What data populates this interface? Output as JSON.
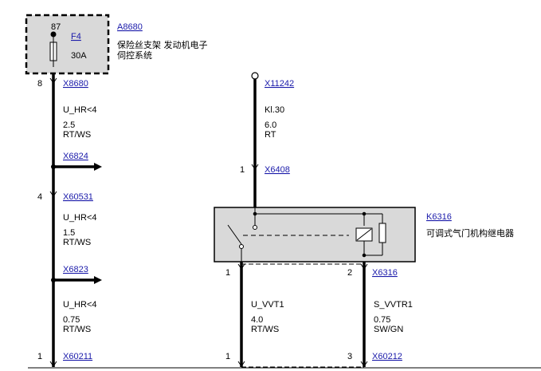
{
  "fuse": {
    "pin": "87",
    "ref": "F4",
    "rating": "30A"
  },
  "fuse_carrier": {
    "ref": "A8680",
    "desc_line1": "保险丝支架 发动机电子",
    "desc_line2": "伺控系统"
  },
  "left_branch": {
    "c1": {
      "pin": "8",
      "ref": "X8680"
    },
    "w1": {
      "signal": "U_HR<4",
      "size": "2.5",
      "color": "RT/WS"
    },
    "splice1": {
      "ref": "X6824"
    },
    "c2": {
      "pin": "4",
      "ref": "X60531"
    },
    "w2": {
      "signal": "U_HR<4",
      "size": "1.5",
      "color": "RT/WS"
    },
    "splice2": {
      "ref": "X6823"
    },
    "w3": {
      "signal": "U_HR<4",
      "size": "0.75",
      "color": "RT/WS"
    },
    "c3": {
      "pin": "1",
      "ref": "X60211"
    }
  },
  "middle_branch": {
    "terminal": {
      "ref": "X11242"
    },
    "w1": {
      "signal": "Kl.30",
      "size": "6.0",
      "color": "RT"
    },
    "c1": {
      "pin": "1",
      "ref": "X6408"
    }
  },
  "relay": {
    "ref": "K6316",
    "desc": "可调式气门机构继电器",
    "pin_left": "1",
    "pin_right": "2",
    "conn_ref": "X6316"
  },
  "relay_out_left": {
    "w1": {
      "signal": "U_VVT1",
      "size": "4.0",
      "color": "RT/WS"
    },
    "c1": {
      "pin": "1"
    }
  },
  "relay_out_right": {
    "w1": {
      "signal": "S_VVTR1",
      "size": "0.75",
      "color": "SW/GN"
    },
    "c1": {
      "pin": "3",
      "ref": "X60212"
    }
  }
}
